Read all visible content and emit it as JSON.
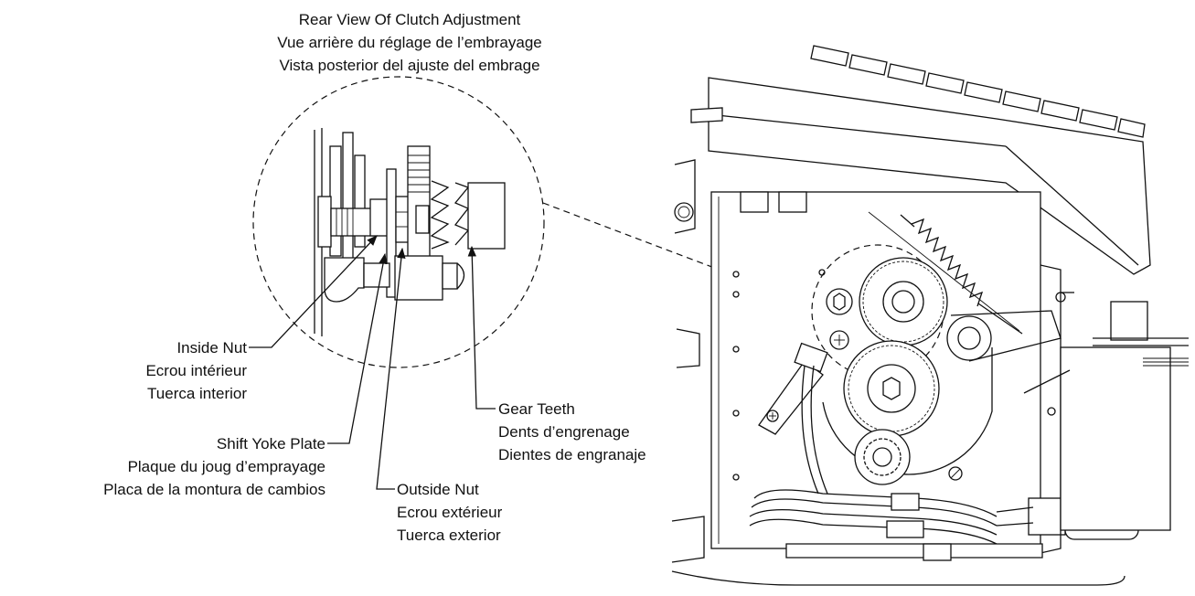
{
  "title": {
    "en": "Rear View Of Clutch Adjustment",
    "fr": "Vue arrière du réglage de l’embrayage",
    "es": "Vista posterior del ajuste del embrage"
  },
  "labels": {
    "inside_nut": {
      "en": "Inside Nut",
      "fr": "Ecrou intérieur",
      "es": "Tuerca interior"
    },
    "shift_yoke_plate": {
      "en": "Shift Yoke Plate",
      "fr": "Plaque du joug d’emprayage",
      "es": "Placa de la montura de cambios"
    },
    "outside_nut": {
      "en": "Outside Nut",
      "fr": "Ecrou extérieur",
      "es": "Tuerca exterior"
    },
    "gear_teeth": {
      "en": "Gear Teeth",
      "fr": "Dents d’engrenage",
      "es": "Dientes de engranaje"
    }
  }
}
